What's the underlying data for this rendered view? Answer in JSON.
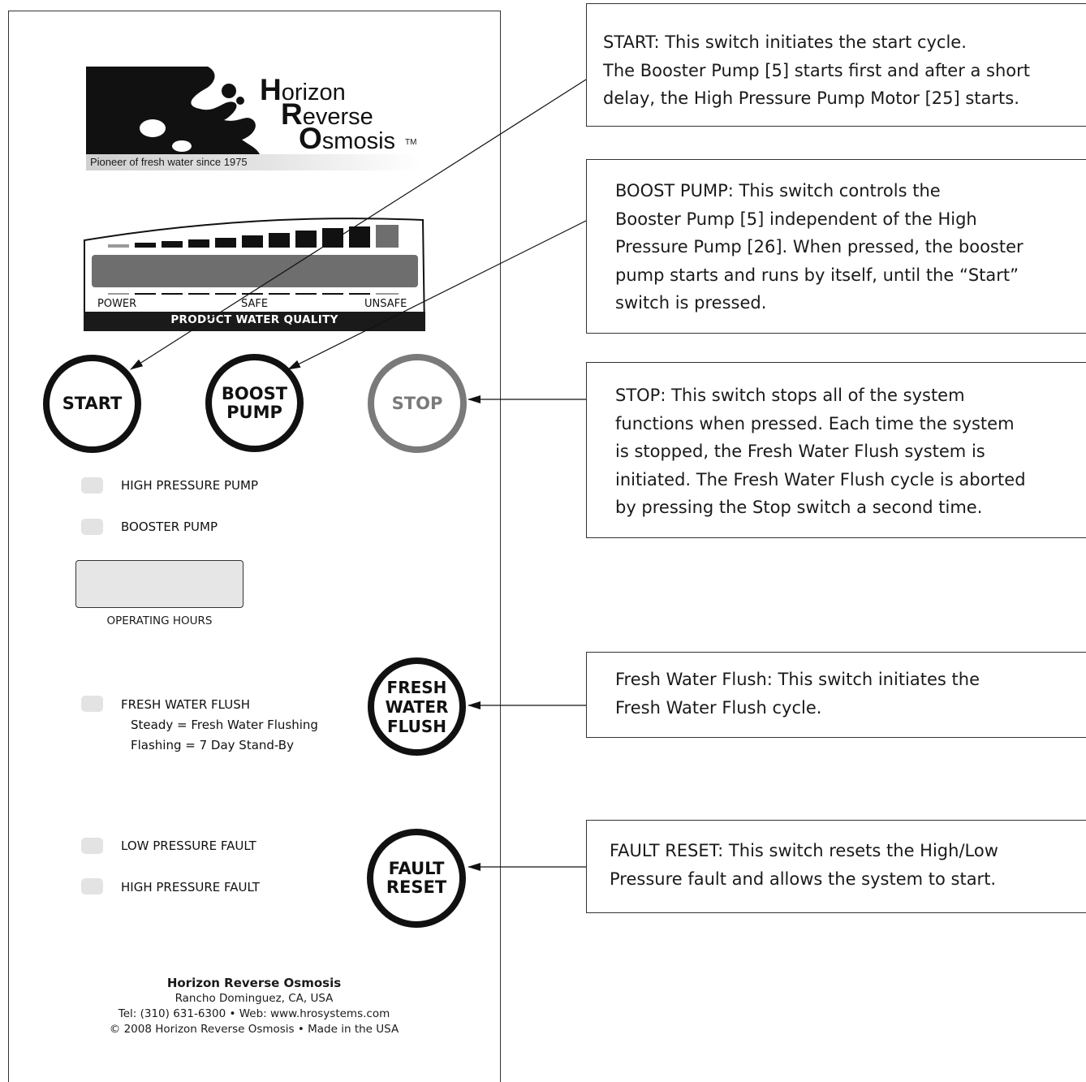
{
  "logo": {
    "word1_big": "H",
    "word1_rest": "orizon",
    "word2_big": "R",
    "word2_rest": "everse",
    "word3_big": "O",
    "word3_rest": "smosis",
    "trademark": "TM",
    "tagline": "Pioneer of fresh water since 1975"
  },
  "meter": {
    "label_power": "POWER",
    "label_safe": "SAFE",
    "label_unsafe": "UNSAFE",
    "caption": "PRODUCT WATER QUALITY"
  },
  "buttons": {
    "start": "START",
    "boost_line1": "BOOST",
    "boost_line2": "PUMP",
    "stop": "STOP",
    "flush_line1": "FRESH",
    "flush_line2": "WATER",
    "flush_line3": "FLUSH",
    "reset_line1": "FAULT",
    "reset_line2": "RESET"
  },
  "indicators": {
    "high_pressure_pump": "HIGH PRESSURE PUMP",
    "booster_pump": "BOOSTER PUMP",
    "operating_hours": "OPERATING HOURS",
    "fresh_water_flush": "FRESH WATER FLUSH",
    "flush_steady": "Steady = Fresh Water Flushing",
    "flush_flashing": "Flashing = 7 Day Stand-By",
    "low_pressure_fault": "LOW PRESSURE FAULT",
    "high_pressure_fault": "HIGH PRESSURE FAULT"
  },
  "footer": {
    "company": "Horizon Reverse Osmosis",
    "location": "Rancho Dominguez, CA, USA",
    "contact": "Tel: (310) 631-6300 • Web: www.hrosystems.com",
    "copyright": "© 2008 Horizon Reverse Osmosis • Made in the USA"
  },
  "callouts": {
    "start": [
      "START:  This switch initiates the start cycle.",
      "The Booster Pump [5] starts first and after a short",
      "delay, the High Pressure Pump Motor [25] starts."
    ],
    "boost": [
      "BOOST PUMP:  This switch controls the",
      "Booster Pump [5] independent of the High",
      "Pressure Pump [26]. When pressed, the booster",
      "pump starts and runs by itself, until the “Start”",
      "switch is pressed."
    ],
    "stop": [
      "STOP:  This switch stops all of the system",
      "functions when pressed. Each time the system",
      "is stopped, the Fresh Water Flush system is",
      "initiated. The Fresh Water Flush cycle is aborted",
      "by pressing the Stop switch a second time."
    ],
    "flush": [
      "Fresh Water Flush:  This switch initiates the",
      "Fresh Water Flush cycle."
    ],
    "reset": [
      "FAULT RESET:  This switch resets the High/Low",
      "Pressure fault and allows the system to start."
    ]
  }
}
